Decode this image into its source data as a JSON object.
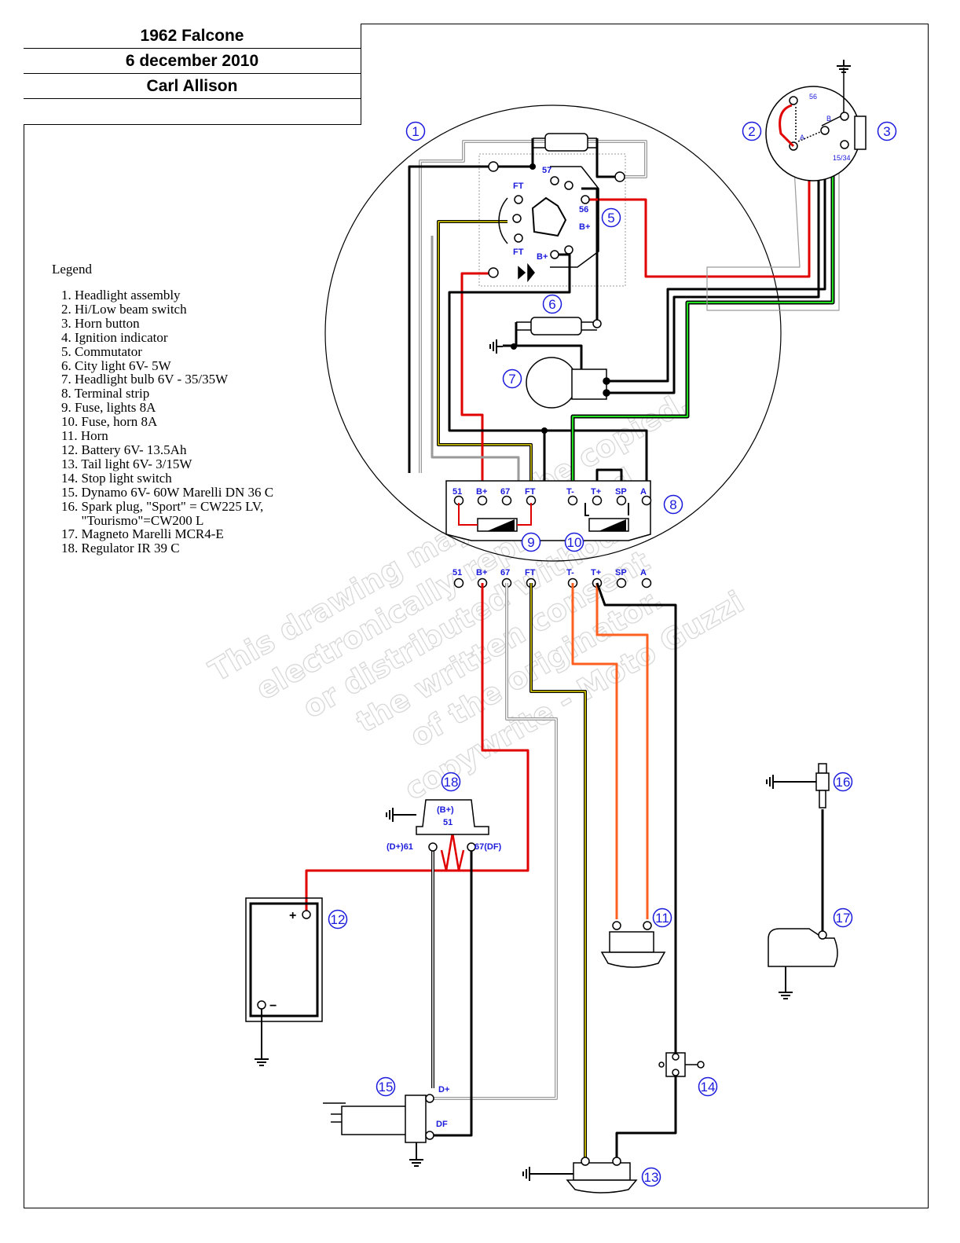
{
  "title_block": {
    "model": "1962 Falcone",
    "date": "6 december 2010",
    "author": "Carl Allison",
    "extra": ""
  },
  "legend": {
    "heading": "Legend",
    "items": [
      "1. Headlight assembly",
      "2. Hi/Low beam switch",
      "3. Horn button",
      "4. Ignition indicator",
      "5. Commutator",
      "6. City light 6V- 5W",
      "7. Headlight bulb 6V - 35/35W",
      "8. Terminal strip",
      "9. Fuse, lights 8A",
      "10. Fuse, horn 8A",
      "11. Horn",
      "12. Battery 6V- 13.5Ah",
      "13. Tail light 6V- 3/15W",
      "14. Stop light switch",
      "15. Dynamo 6V- 60W Marelli DN 36 C",
      "16. Spark plug, \"Sport\" = CW225 LV,",
      "      \"Tourismo\"=CW200 L",
      "17. Magneto Marelli MCR4-E",
      "18. Regulator IR 39 C"
    ]
  },
  "callouts": [
    "1",
    "2",
    "3",
    "5",
    "6",
    "7",
    "8",
    "9",
    "10",
    "11",
    "12",
    "13",
    "14",
    "15",
    "16",
    "17",
    "18"
  ],
  "terminal_strip": [
    "51",
    "B+",
    "67",
    "FT",
    "T-",
    "T+",
    "SP",
    "A"
  ],
  "switch_labels": {
    "t56": "56",
    "tA": "A",
    "tB": "B",
    "t1534": "15/34"
  },
  "commutator_labels": {
    "c57": "57",
    "c56": "56",
    "cbp": "B+",
    "cft1": "FT",
    "cft2": "FT",
    "cbp2": "B+"
  },
  "regulator_labels": {
    "bplus": "(B+)",
    "n51": "51",
    "d61": "(D+)61",
    "df67": "67(DF)"
  },
  "dynamo_labels": {
    "dplus": "D+",
    "df": "DF"
  },
  "battery_labels": {
    "plus": "+",
    "minus": "−"
  },
  "watermark": [
    "This drawing may not be copied,",
    "electronically reproduced",
    "or distributed without",
    "the written consent",
    "of the originator.",
    "copywrite - Moto Guzzi"
  ],
  "colors": {
    "black": "#000000",
    "red": "#e00000",
    "orange": "#ff6020",
    "yellow": "#e8d800",
    "green": "#20e020",
    "grey": "#9a9a9a",
    "callout": "#1a1adc"
  }
}
